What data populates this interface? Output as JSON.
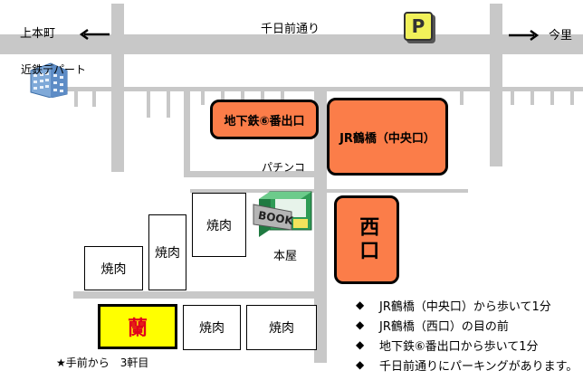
{
  "roads": {
    "main_road_label": "千日前通り",
    "left_direction_label": "上本町",
    "right_direction_label": "今里"
  },
  "landmarks": {
    "department_store": "近鉄デパート",
    "parking_sign": "P",
    "pachinko": "パチンコ",
    "book_sign": "BOOK",
    "bookstore": "本屋"
  },
  "stations": {
    "subway_exit": "地下鉄⑥番出口",
    "jr_central_exit": "JR鶴橋（中央口）",
    "west_exit": "西口"
  },
  "shops": {
    "yakiniku": "焼肉",
    "target_shop": "蘭"
  },
  "footnote": "★手前から　3軒目",
  "directions": [
    "JR鶴橋（中央口）から歩いて1分",
    "JR鶴橋（西口）の目の前",
    "地下鉄⑥番出口から歩いて1分",
    "千日前通りにパーキングがあります。"
  ],
  "bullet_symbol": "◆",
  "colors": {
    "road": "#c8c8c8",
    "exit_orange": "#fb7d49",
    "target_yellow": "#ffff00",
    "target_text_red": "#e0001b",
    "parking_yellow": "#f1f15a",
    "book_green": "#2e9b55"
  }
}
